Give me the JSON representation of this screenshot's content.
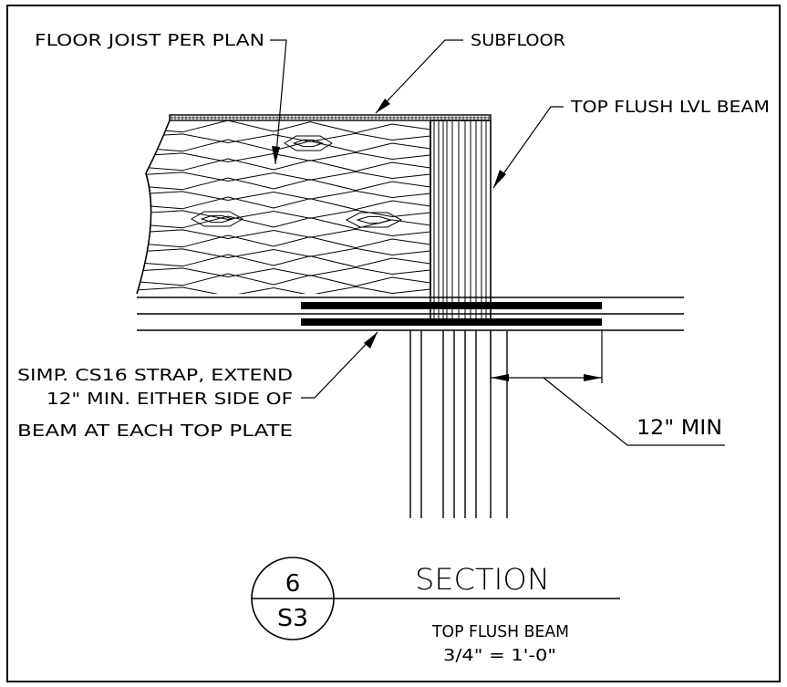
{
  "labels": {
    "floor_joist": "FLOOR JOIST PER PLAN",
    "subfloor": "SUBFLOOR",
    "lvl_beam": "TOP FLUSH LVL BEAM",
    "strap_line1": "SIMP. CS16 STRAP, EXTEND",
    "strap_line2": "12\" MIN. EITHER SIDE OF",
    "strap_line3": "BEAM AT EACH TOP PLATE",
    "dimension": "12\" MIN"
  },
  "title_block": {
    "detail_number": "6",
    "sheet_number": "S3",
    "title": "SECTION",
    "subtitle": "TOP FLUSH BEAM",
    "scale": "3/4\" = 1'-0\""
  }
}
